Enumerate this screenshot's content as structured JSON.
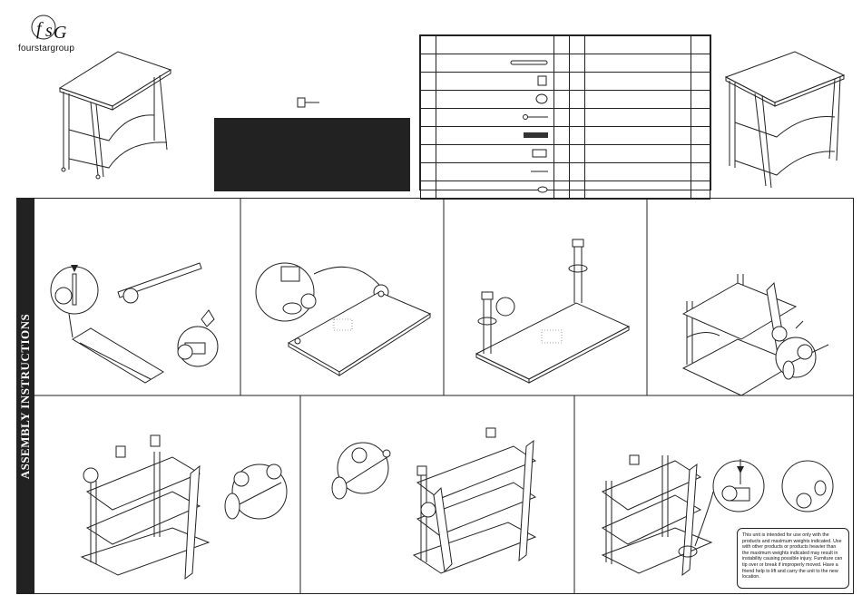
{
  "brand": {
    "initials": "fsg",
    "name": "fourstargroup"
  },
  "banner": {
    "title": "ASSEMBLY INSTRUCTIONS"
  },
  "hardware_table": {
    "rows": 8
  },
  "steps": [
    {
      "id": 1
    },
    {
      "id": 2
    },
    {
      "id": 3
    },
    {
      "id": 4
    },
    {
      "id": 5
    },
    {
      "id": 6
    },
    {
      "id": 7
    }
  ],
  "warning_note": "This unit is intended for use only with the products and maximum weights indicated. Use with other products or products heavier than the maximum weights indicated may result in instability causing possible injury. Furniture can tip over or break if improperly moved. Have a friend help to lift and carry the unit to the new location.",
  "icons": [
    "hammer-icon",
    "dowel-icon",
    "cam-nut-icon",
    "cam-bolt-icon",
    "wood-dowel-icon",
    "bracket-icon",
    "screw-icon",
    "glide-icon"
  ]
}
